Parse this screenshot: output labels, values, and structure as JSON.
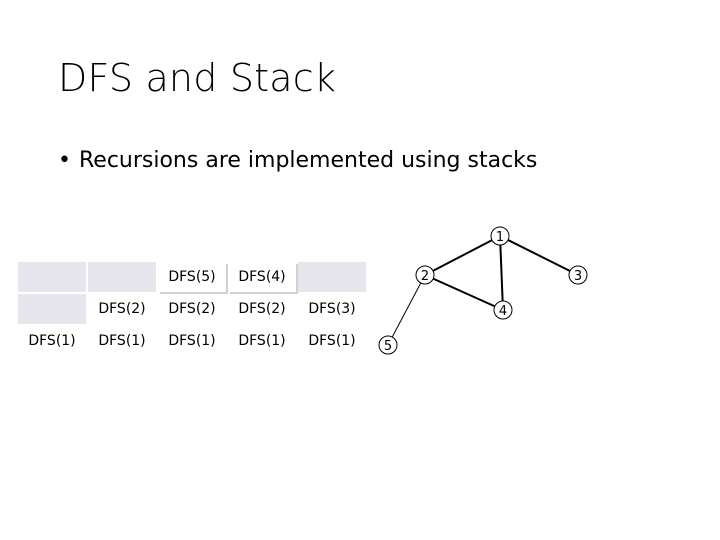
{
  "slide": {
    "title": "DFS and Stack",
    "bullet_marker": "•",
    "bullet": "Recursions are implemented using stacks"
  },
  "stack_table": {
    "rows": [
      [
        "",
        "",
        "DFS(5)",
        "DFS(4)",
        ""
      ],
      [
        "",
        "DFS(2)",
        "DFS(2)",
        "DFS(2)",
        "DFS(3)"
      ],
      [
        "DFS(1)",
        "DFS(1)",
        "DFS(1)",
        "DFS(1)",
        "DFS(1)"
      ]
    ]
  },
  "graph": {
    "nodes": [
      {
        "id": "1",
        "label": "1"
      },
      {
        "id": "2",
        "label": "2"
      },
      {
        "id": "3",
        "label": "3"
      },
      {
        "id": "4",
        "label": "4"
      },
      {
        "id": "5",
        "label": "5"
      }
    ],
    "edges": [
      [
        "1",
        "2"
      ],
      [
        "1",
        "3"
      ],
      [
        "1",
        "4"
      ],
      [
        "2",
        "4"
      ],
      [
        "2",
        "5"
      ]
    ]
  }
}
